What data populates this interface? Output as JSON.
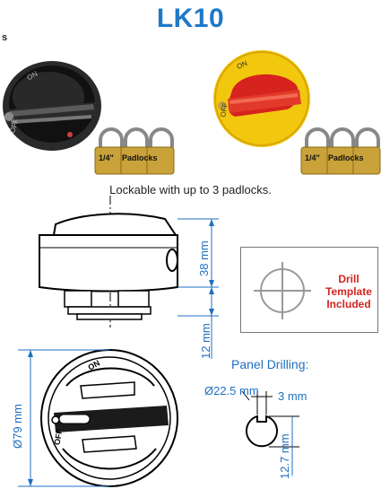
{
  "header": {
    "title": "LK10",
    "side_label": "s"
  },
  "padlocks": {
    "label_size": "1/4\"",
    "label_word": "Padlocks",
    "count_per_group": 3
  },
  "knob_labels": {
    "on": "ON",
    "off": "OFF"
  },
  "caption": "Lockable with up to 3 padlocks.",
  "dimensions": {
    "height": "38 mm",
    "depth": "12 mm",
    "diameter": "Ø79 mm"
  },
  "drill_template": {
    "line1": "Drill",
    "line2": "Template",
    "line3": "Included"
  },
  "panel_drilling": {
    "title": "Panel Drilling:",
    "hole_diameter": "Ø22.5 mm",
    "key_width": "3 mm",
    "key_depth": "12.7 mm"
  },
  "colors": {
    "accent_blue": "#1f78c8",
    "drill_red": "#d2241f",
    "yellow_bezel": "#f2c80f",
    "red_handle": "#d6231e",
    "black_knob": "#1b1b1b",
    "padlock_brass": "#c9a23a"
  }
}
